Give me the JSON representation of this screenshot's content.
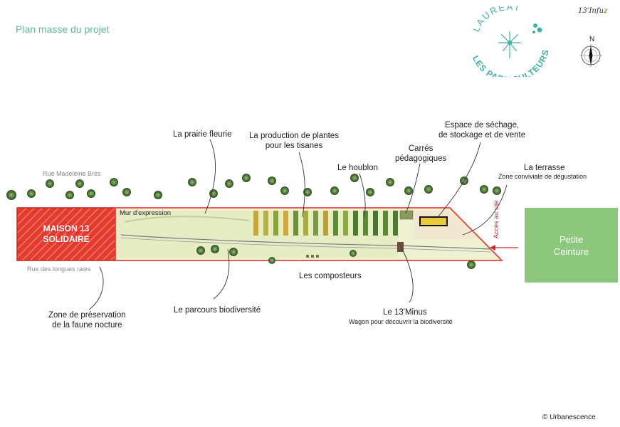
{
  "header": {
    "title": "Plan masse du projet",
    "brand": "13'Infu",
    "brand_accent": "z",
    "laureat_top": "LAURÉAT",
    "laureat_bottom": "LES PARISCULTEURS",
    "compass_north": "N"
  },
  "streets": {
    "north": "Rue Madeleine Brès",
    "south": "Rue des longues raies"
  },
  "zones": {
    "maison_line1": "MAISON 13",
    "maison_line2": "SOLIDAIRE",
    "mur": "Mur d'expression",
    "ceinture_line1": "Petite",
    "ceinture_line2": "Ceinture",
    "acces": "Accès au site"
  },
  "labels": {
    "prairie": "La prairie fleurie",
    "plantes_line1": "La production de plantes",
    "plantes_line2": "pour les tisanes",
    "houblon": "Le houblon",
    "carres_line1": "Carrés",
    "carres_line2": "pédagogiques",
    "sechage_line1": "Espace de séchage,",
    "sechage_line2": "de stockage et de vente",
    "terrasse": "La terrasse",
    "terrasse_sub": "Zone conviviale de dégustation",
    "composteurs": "Les composteurs",
    "preservation_line1": "Zone de préservation",
    "preservation_line2": "de la faune nocture",
    "parcours": "Le parcours biodiversité",
    "minus": "Le 13'Minus",
    "minus_sub": "Wagon pour découvrir la biodiversité"
  },
  "footer": {
    "copyright": "© Urbanescence"
  },
  "colors": {
    "title_green": "#5fb89a",
    "maison_red": "#e33b2e",
    "ceinture_green": "#8cc77d",
    "logo_teal": "#3fb3a4"
  }
}
